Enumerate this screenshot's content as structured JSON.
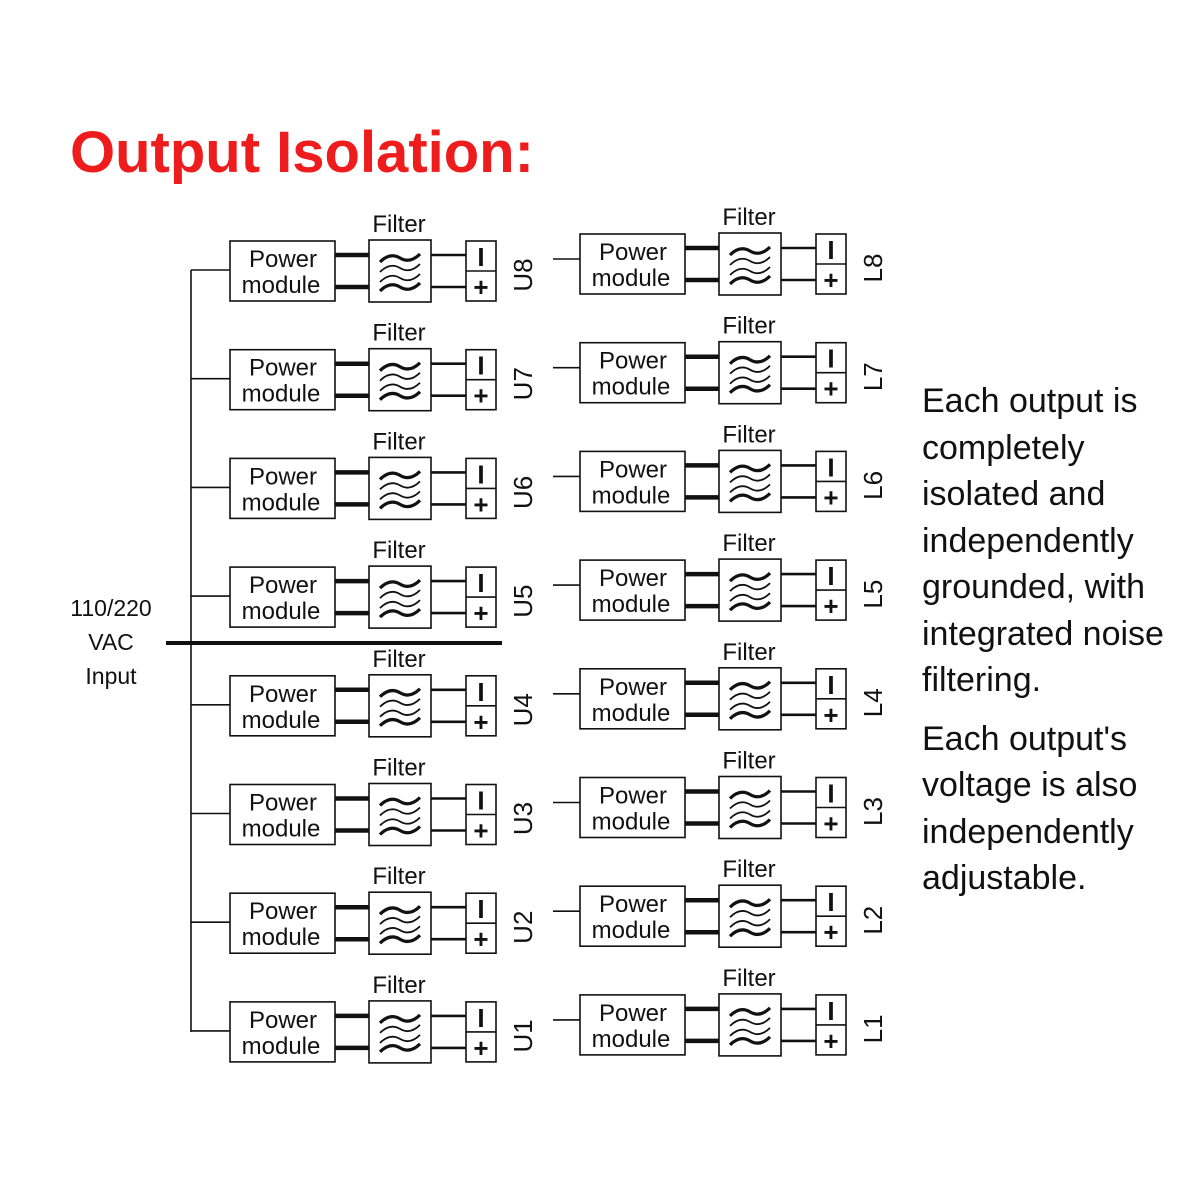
{
  "title": "Output Isolation:",
  "title_color": "#ee1c1c",
  "input": {
    "label_lines": [
      "110/220",
      "VAC",
      "Input"
    ]
  },
  "module_text": [
    "Power",
    "module"
  ],
  "filter_text": "Filter",
  "terminals": {
    "negative": "I",
    "positive": "+"
  },
  "columns": [
    {
      "side": "left",
      "channels": [
        "U8",
        "U7",
        "U6",
        "U5",
        "U4",
        "U3",
        "U2",
        "U1"
      ]
    },
    {
      "side": "right",
      "channels": [
        "L8",
        "L7",
        "L6",
        "L5",
        "L4",
        "L3",
        "L2",
        "L1"
      ]
    }
  ],
  "description": [
    "Each output is completely isolated and independently grounded, with integrated noise filtering.",
    "Each output's voltage is also independently adjustable."
  ]
}
